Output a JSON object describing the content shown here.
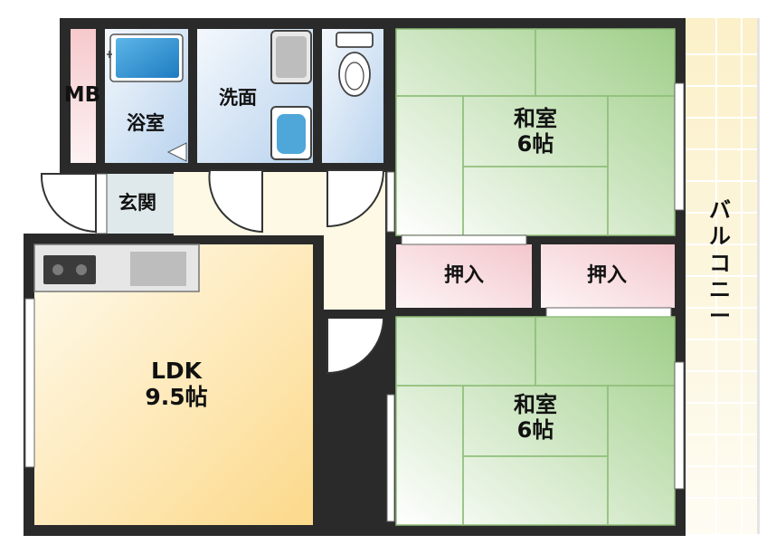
{
  "rooms": {
    "mb": "MB",
    "bath": "浴室",
    "washroom": "洗面",
    "entrance": "玄関",
    "ldk": "LDK\n9.5帖",
    "washitsu_upper": "和室\n6帖",
    "washitsu_lower": "和室\n6帖",
    "closet_left": "押入",
    "closet_right": "押入",
    "balcony": [
      "バ",
      "ル",
      "コ",
      "ニ",
      "ー"
    ]
  },
  "colors": {
    "wall": "#2a2a2a",
    "tatami": "#c6e2b8",
    "ldk": "#fde7b0",
    "wet_area": "#d6e6f5",
    "closet": "#f7dde0",
    "balcony": "#f7edcf",
    "entrance": "#dfe9ec"
  }
}
